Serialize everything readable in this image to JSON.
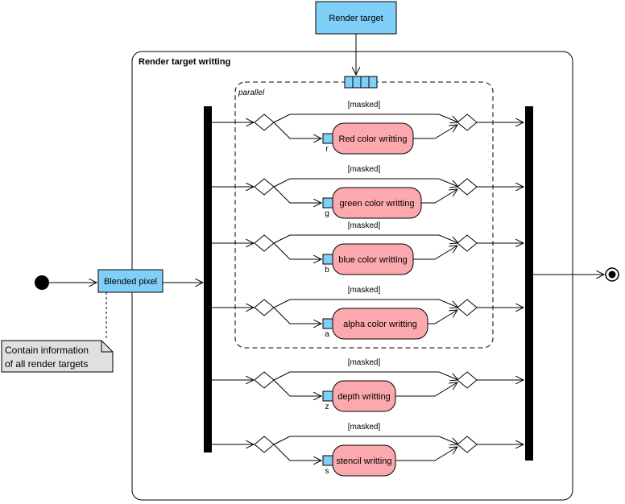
{
  "diagram": {
    "render_target_object": "Render target",
    "activity_title": "Render target writting",
    "region_label": "parallel",
    "blended_pixel": "Blended pixel",
    "note_lines": [
      "Contain information",
      "of all render targets"
    ],
    "lanes": [
      {
        "guard": "[masked]",
        "pin": "r",
        "action": "Red color writting"
      },
      {
        "guard": "[masked]",
        "pin": "g",
        "action": "green color writting"
      },
      {
        "guard": "[masked]",
        "pin": "b",
        "action": "blue color writting"
      },
      {
        "guard": "[masked]",
        "pin": "a",
        "action": "alpha color writting"
      },
      {
        "guard": "[masked]",
        "pin": "z",
        "action": "depth writting"
      },
      {
        "guard": "[masked]",
        "pin": "s",
        "action": "stencil writting"
      }
    ]
  }
}
